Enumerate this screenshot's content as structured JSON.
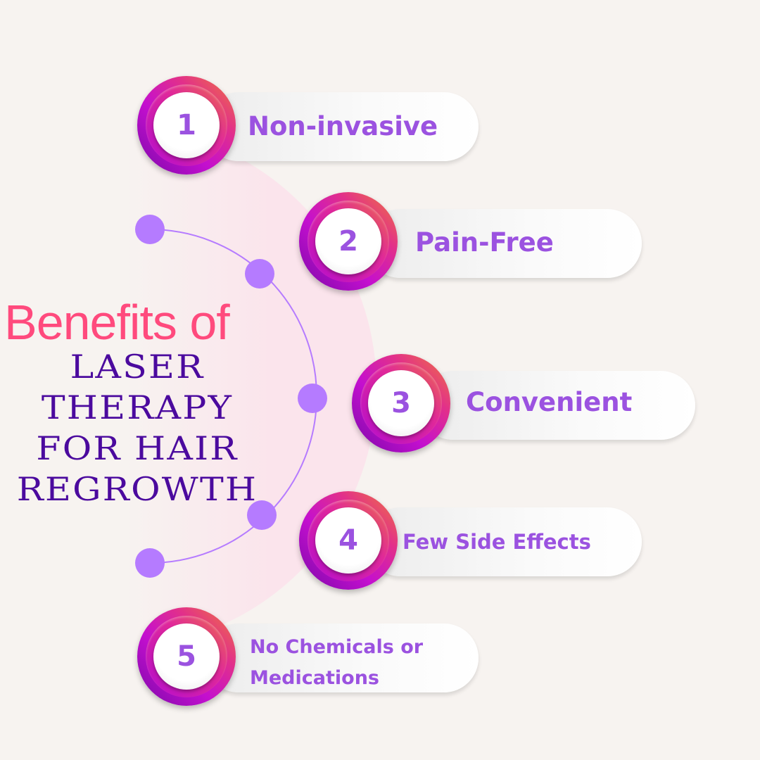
{
  "title": {
    "line1": "Benefits of",
    "line2": [
      "LASER",
      "THERAPY",
      "FOR HAIR",
      "REGROWTH"
    ]
  },
  "colors": {
    "title_pink": "#ff4a7d",
    "title_purple": "#4b0a9e",
    "label_purple": "#9b52e0",
    "dot": "#b57bff"
  },
  "benefits": [
    {
      "number": "1",
      "label": "Non-invasive"
    },
    {
      "number": "2",
      "label": "Pain-Free"
    },
    {
      "number": "3",
      "label": "Convenient"
    },
    {
      "number": "4",
      "label": "Few Side Effects"
    },
    {
      "number": "5",
      "label_lines": [
        "No Chemicals or",
        "Medications"
      ]
    }
  ]
}
